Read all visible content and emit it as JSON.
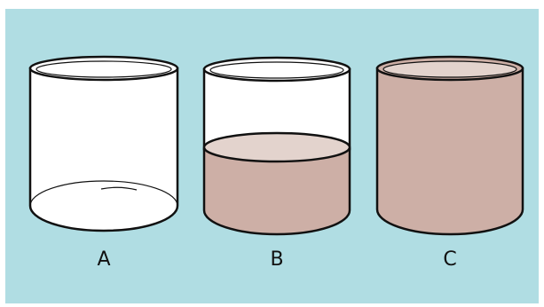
{
  "colors": {
    "background": "#b0dde3",
    "glass": "#ffffff",
    "liquid": "#cdafa6",
    "liquid_surface": "#e3d3cd",
    "outline": "#111111"
  },
  "containers": [
    {
      "label": "A",
      "fill_fraction": 0.0
    },
    {
      "label": "B",
      "fill_fraction": 0.5
    },
    {
      "label": "C",
      "fill_fraction": 1.0
    }
  ]
}
